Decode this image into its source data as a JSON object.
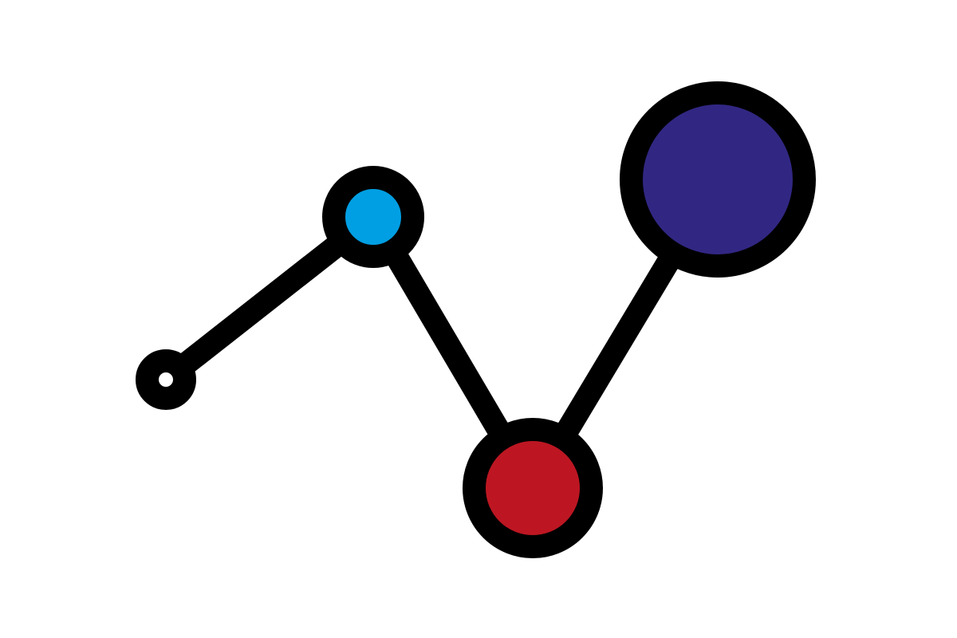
{
  "graphic": {
    "icon": "network-nodes-icon",
    "background_color": "#ffffff",
    "stroke_color": "#000000",
    "nodes": [
      {
        "name": "node-white",
        "fill": "#ffffff"
      },
      {
        "name": "node-cyan",
        "fill": "#009fe3"
      },
      {
        "name": "node-red",
        "fill": "#bd1622"
      },
      {
        "name": "node-indigo",
        "fill": "#312783"
      }
    ],
    "links": [
      {
        "name": "link-white-cyan",
        "from": 0,
        "to": 1
      },
      {
        "name": "link-cyan-red",
        "from": 1,
        "to": 2
      },
      {
        "name": "link-red-indigo",
        "from": 2,
        "to": 3
      }
    ]
  }
}
